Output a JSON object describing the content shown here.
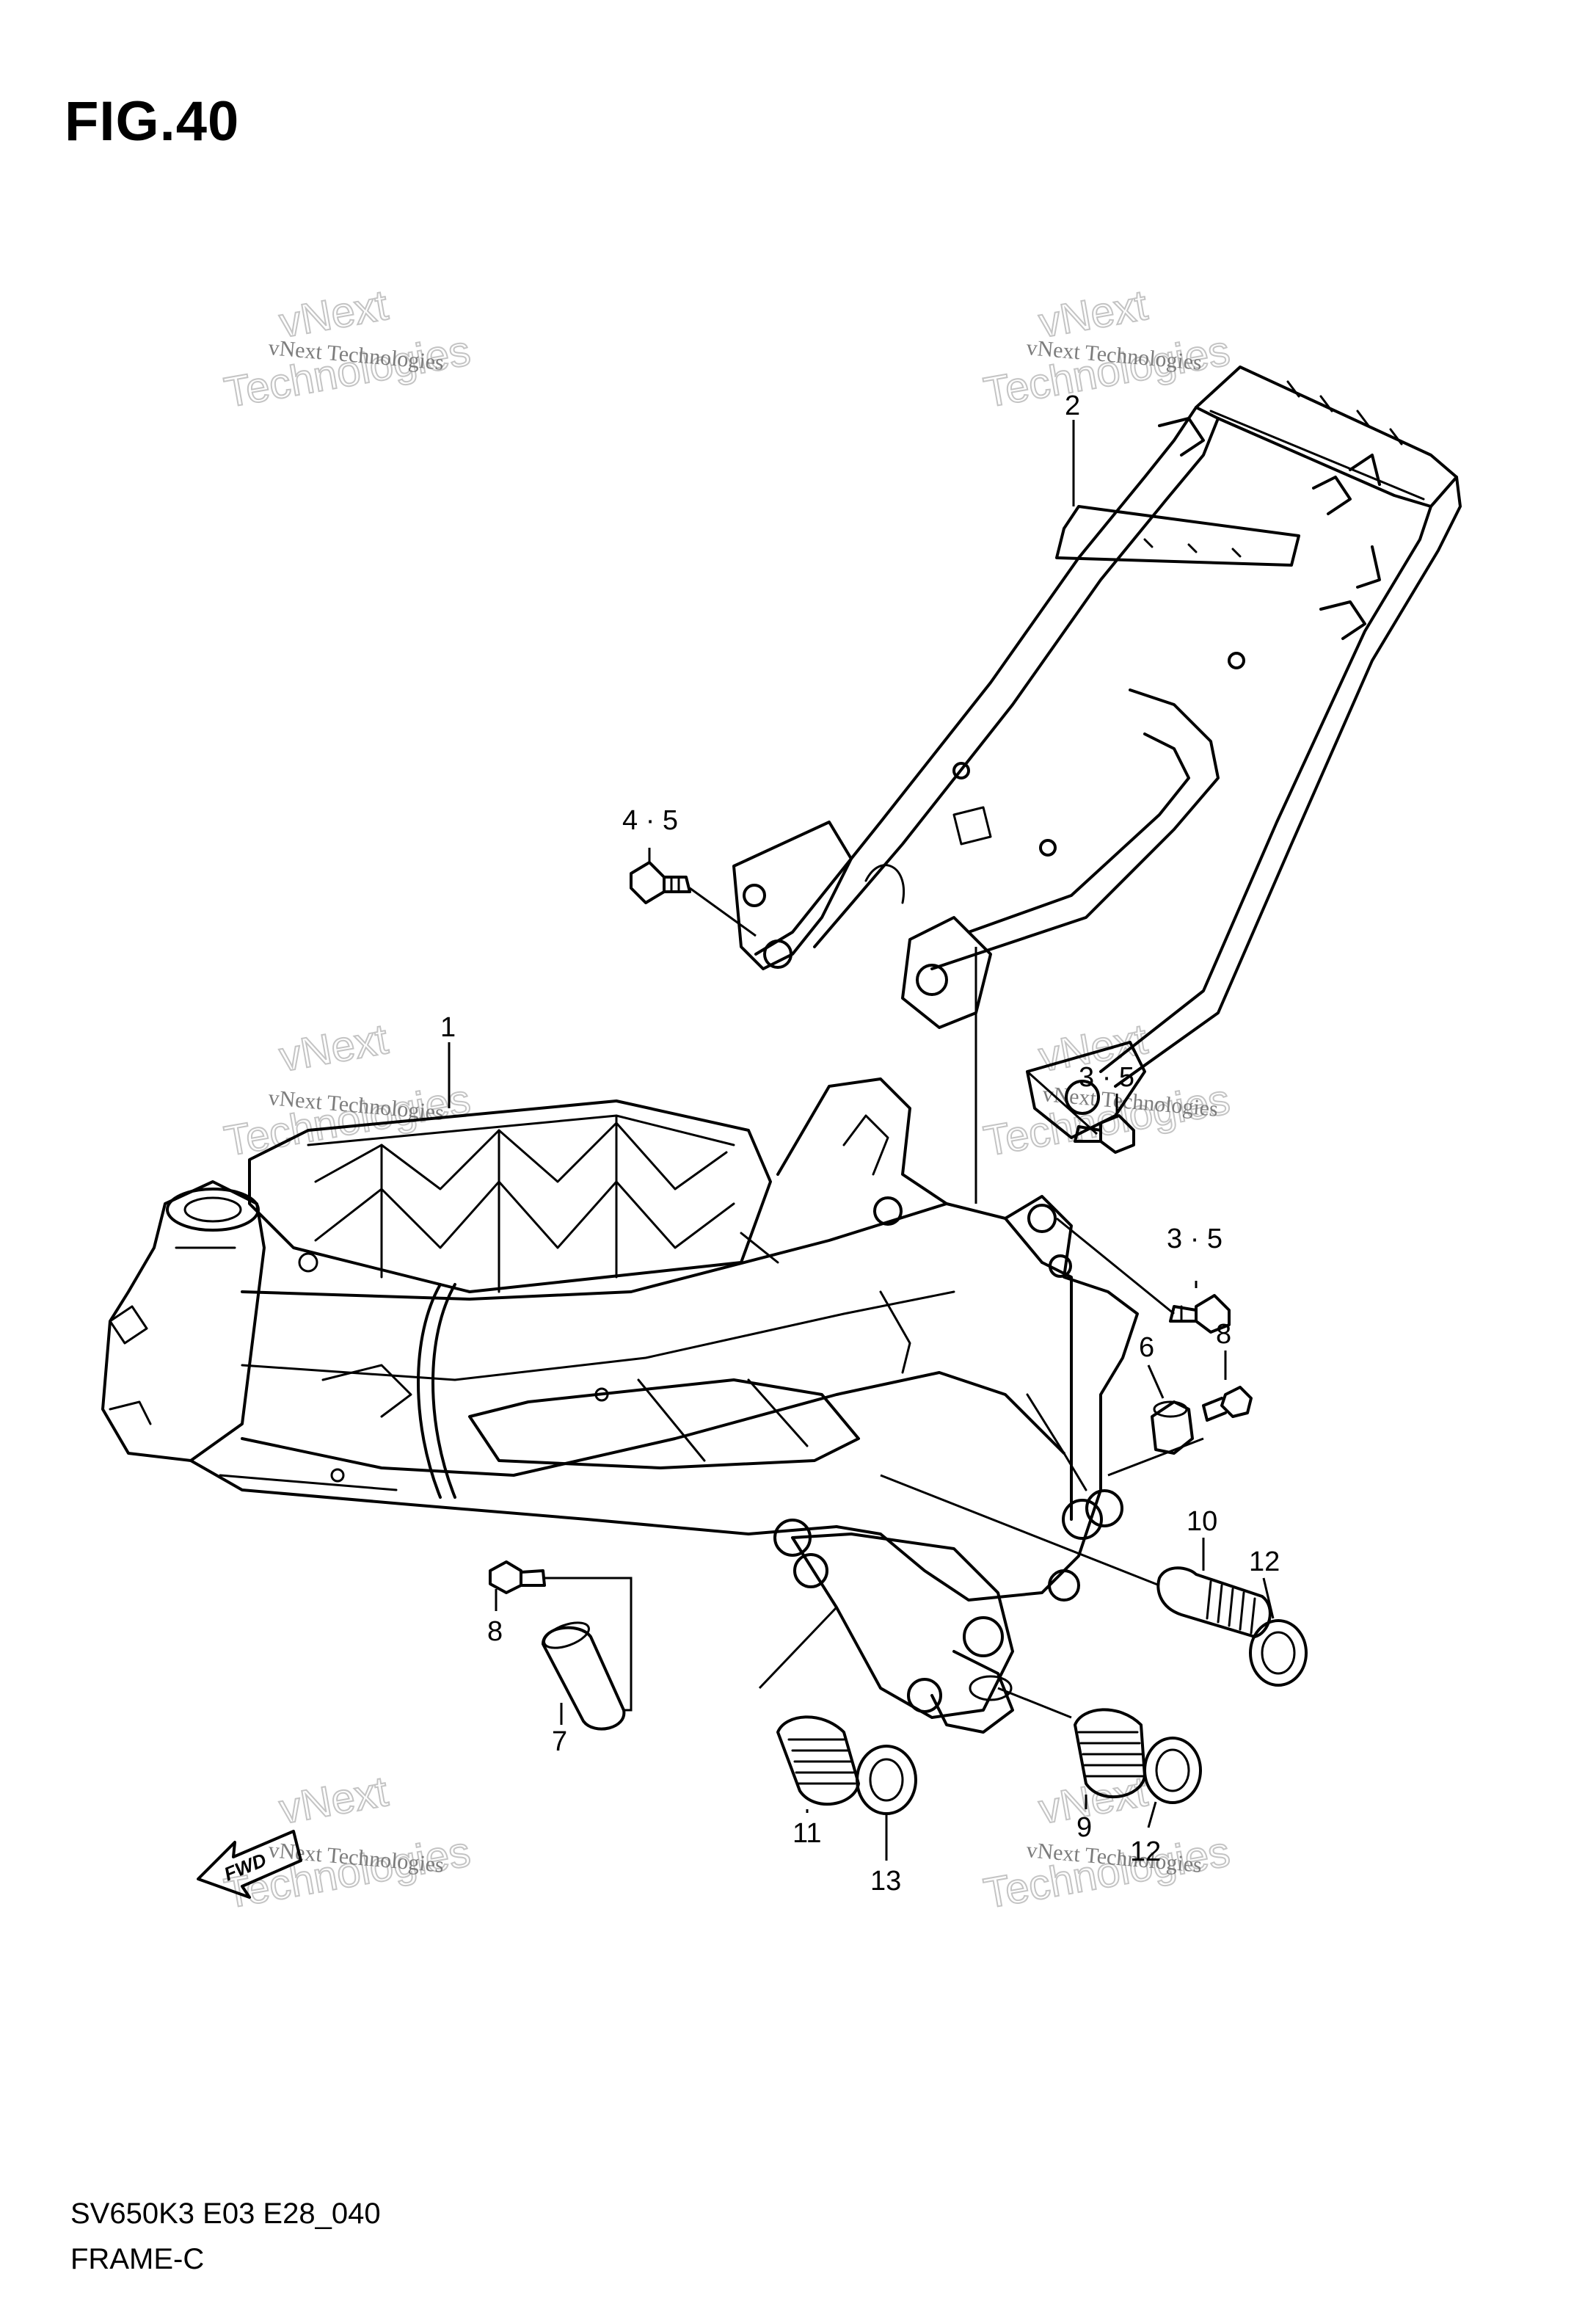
{
  "figure": {
    "title": "FIG.40"
  },
  "watermark": {
    "line1": "vNext Technologies",
    "line2": "vNext",
    "line3": "Technologies"
  },
  "fwd_arrow": {
    "label": "FWD"
  },
  "callouts": [
    {
      "id": "1",
      "label": "1"
    },
    {
      "id": "2",
      "label": "2"
    },
    {
      "id": "3",
      "label": "3 · 5"
    },
    {
      "id": "3b",
      "label": "3 · 5"
    },
    {
      "id": "4",
      "label": "4 · 5"
    },
    {
      "id": "6",
      "label": "6"
    },
    {
      "id": "7",
      "label": "7"
    },
    {
      "id": "8",
      "label": "8"
    },
    {
      "id": "8b",
      "label": "8"
    },
    {
      "id": "9",
      "label": "9"
    },
    {
      "id": "10",
      "label": "10"
    },
    {
      "id": "11",
      "label": "11"
    },
    {
      "id": "12",
      "label": "12"
    },
    {
      "id": "12b",
      "label": "12"
    },
    {
      "id": "13",
      "label": "13"
    }
  ],
  "footer": {
    "code": "SV650K3 E03 E28_040",
    "section": "FRAME-C"
  }
}
